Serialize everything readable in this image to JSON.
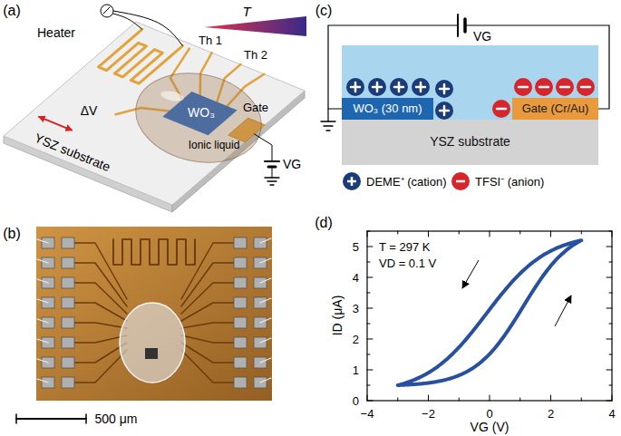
{
  "diagram": {
    "nodes": [
      {
        "text": [
          "WO₃ (30 nm)"
        ]
      },
      {
        "text": [
          "Gate (Cr/Au)"
        ]
      },
      {
        "text": [
          "YSZ substrate"
        ]
      }
    ],
    "edges": [
      {
        "from": 0,
        "to": 1,
        "arrow": "none"
      }
    ],
    "labels": [
      "(a)",
      "Heater",
      "T",
      "Th 1",
      "Th 2",
      "WO₃",
      "Gate",
      "Ionic liquid",
      "ΔV",
      "YSZ substrate",
      "VG",
      "(b)",
      "500 μm",
      "(c)",
      "VG",
      "(d)",
      "T = 297 K",
      "VD = 0.1 V",
      "ID (μA)",
      "VG (V)",
      "0",
      "1",
      "2",
      "3",
      "4",
      "5",
      "−4",
      "−2",
      "0",
      "2",
      "4"
    ],
    "legend": [
      {
        "text": "DEME⁺ (cation)",
        "color": "#1b3c7a"
      },
      {
        "text": "TFSI⁻ (anion)",
        "color": "#d7262b"
      }
    ]
  }
}
